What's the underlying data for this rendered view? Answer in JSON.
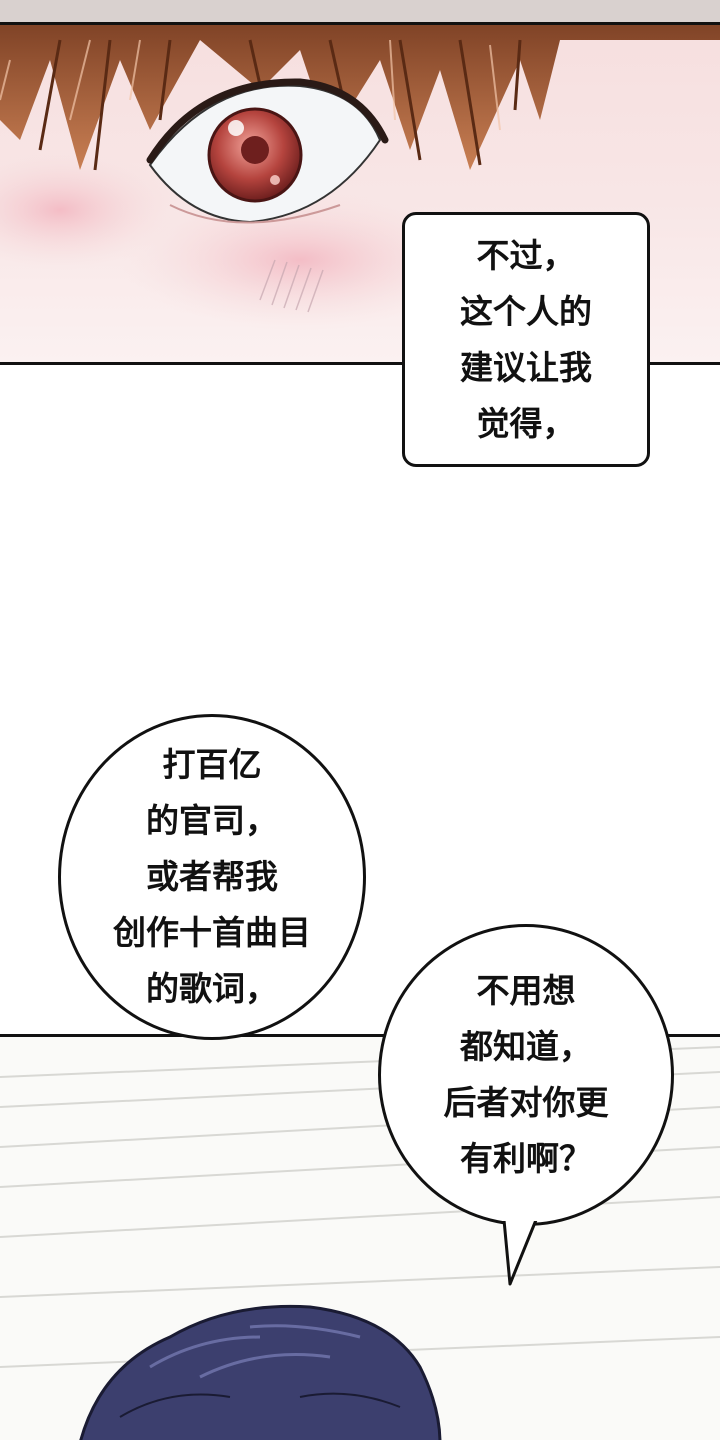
{
  "bubbles": {
    "top": {
      "lines": [
        "不过，",
        "这个人的",
        "建议让我",
        "觉得，"
      ]
    },
    "left": {
      "lines": [
        "打百亿",
        "的官司，",
        "或者帮我",
        "创作十首曲目",
        "的歌词，"
      ]
    },
    "right": {
      "lines": [
        "不用想",
        "都知道，",
        "后者对你更",
        "有利啊？"
      ]
    }
  },
  "colors": {
    "ink": "#111111",
    "skin": "#f6dede",
    "hair": "#a05a34",
    "iris": "#b5443e",
    "dark_hair": "#3c3f6e"
  }
}
